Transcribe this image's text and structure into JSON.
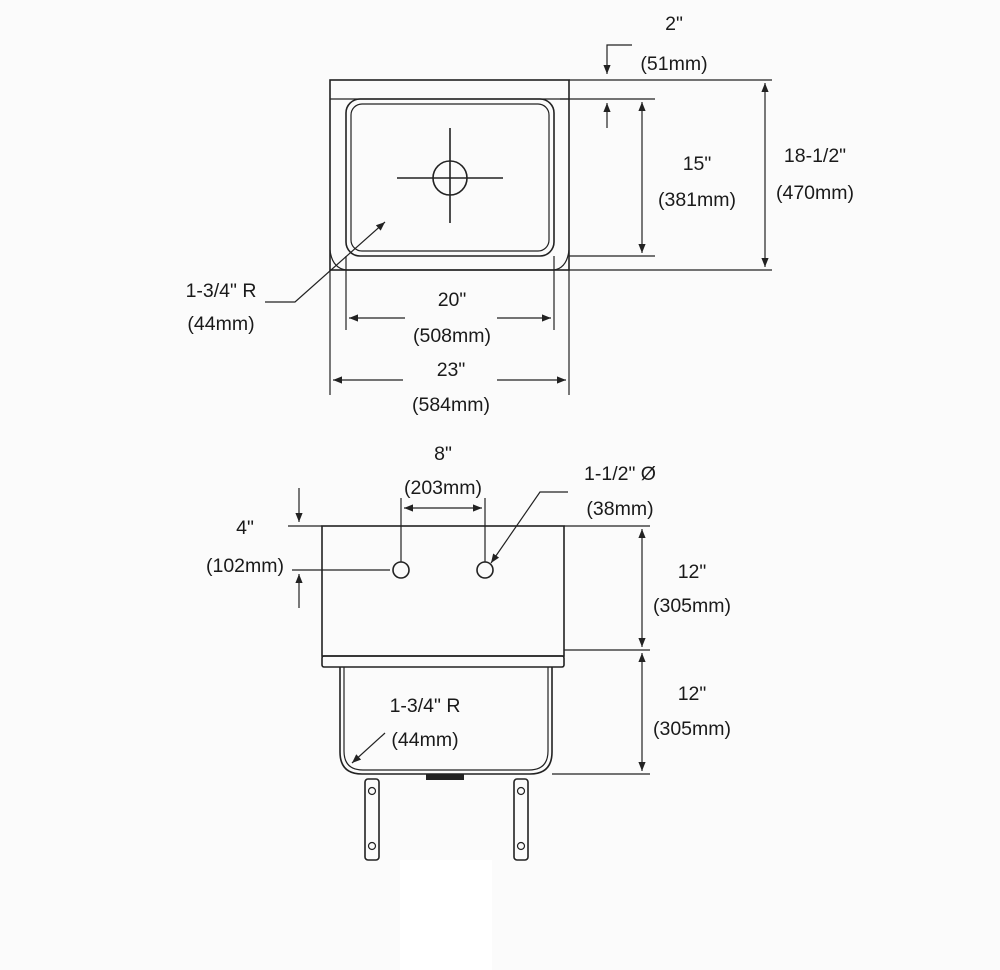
{
  "top_view": {
    "lip_height": {
      "in": "2\"",
      "mm": "(51mm)"
    },
    "bowl_length": {
      "in": "15\"",
      "mm": "(381mm)"
    },
    "overall_depth": {
      "in": "18-1/2\"",
      "mm": "(470mm)"
    },
    "bowl_width": {
      "in": "20\"",
      "mm": "(508mm)"
    },
    "overall_width": {
      "in": "23\"",
      "mm": "(584mm)"
    },
    "corner_radius": {
      "in": "1-3/4\" R",
      "mm": "(44mm)"
    }
  },
  "front_view": {
    "faucet_spacing": {
      "in": "8\"",
      "mm": "(203mm)"
    },
    "hole_diameter": {
      "in": "1-1/2\" Ø",
      "mm": "(38mm)"
    },
    "hole_height": {
      "in": "4\"",
      "mm": "(102mm)"
    },
    "backsplash_height": {
      "in": "12\"",
      "mm": "(305mm)"
    },
    "bowl_depth": {
      "in": "12\"",
      "mm": "(305mm)"
    },
    "bowl_radius": {
      "in": "1-3/4\" R",
      "mm": "(44mm)"
    }
  },
  "colors": {
    "line": "#222222",
    "background": "#fbfbfb"
  }
}
